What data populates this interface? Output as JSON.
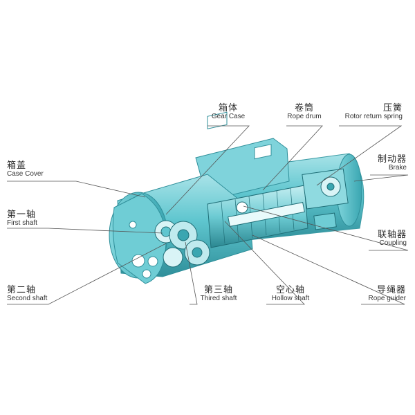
{
  "labels": {
    "gear_case": {
      "zh": "箱体",
      "en": "Gear Case"
    },
    "rope_drum": {
      "zh": "卷筒",
      "en": "Rope drum"
    },
    "rotor_spring": {
      "zh": "压簧",
      "en": "Rotor return spring"
    },
    "case_cover": {
      "zh": "箱盖",
      "en": "Case Cover"
    },
    "brake": {
      "zh": "制动器",
      "en": "Brake"
    },
    "first_shaft": {
      "zh": "第一轴",
      "en": "First shaft"
    },
    "coupling": {
      "zh": "联轴器",
      "en": "Coupling"
    },
    "second_shaft": {
      "zh": "第二轴",
      "en": "Second shaft"
    },
    "third_shaft": {
      "zh": "第三轴",
      "en": "Thired shaft"
    },
    "hollow_shaft": {
      "zh": "空心轴",
      "en": "Hollow shaft"
    },
    "rope_guider": {
      "zh": "导绳器",
      "en": "Rope guider"
    }
  },
  "colors": {
    "body": "#5fc6cf",
    "body_light": "#a9e3e8",
    "body_dark": "#2f8f9a",
    "line": "#555555"
  }
}
